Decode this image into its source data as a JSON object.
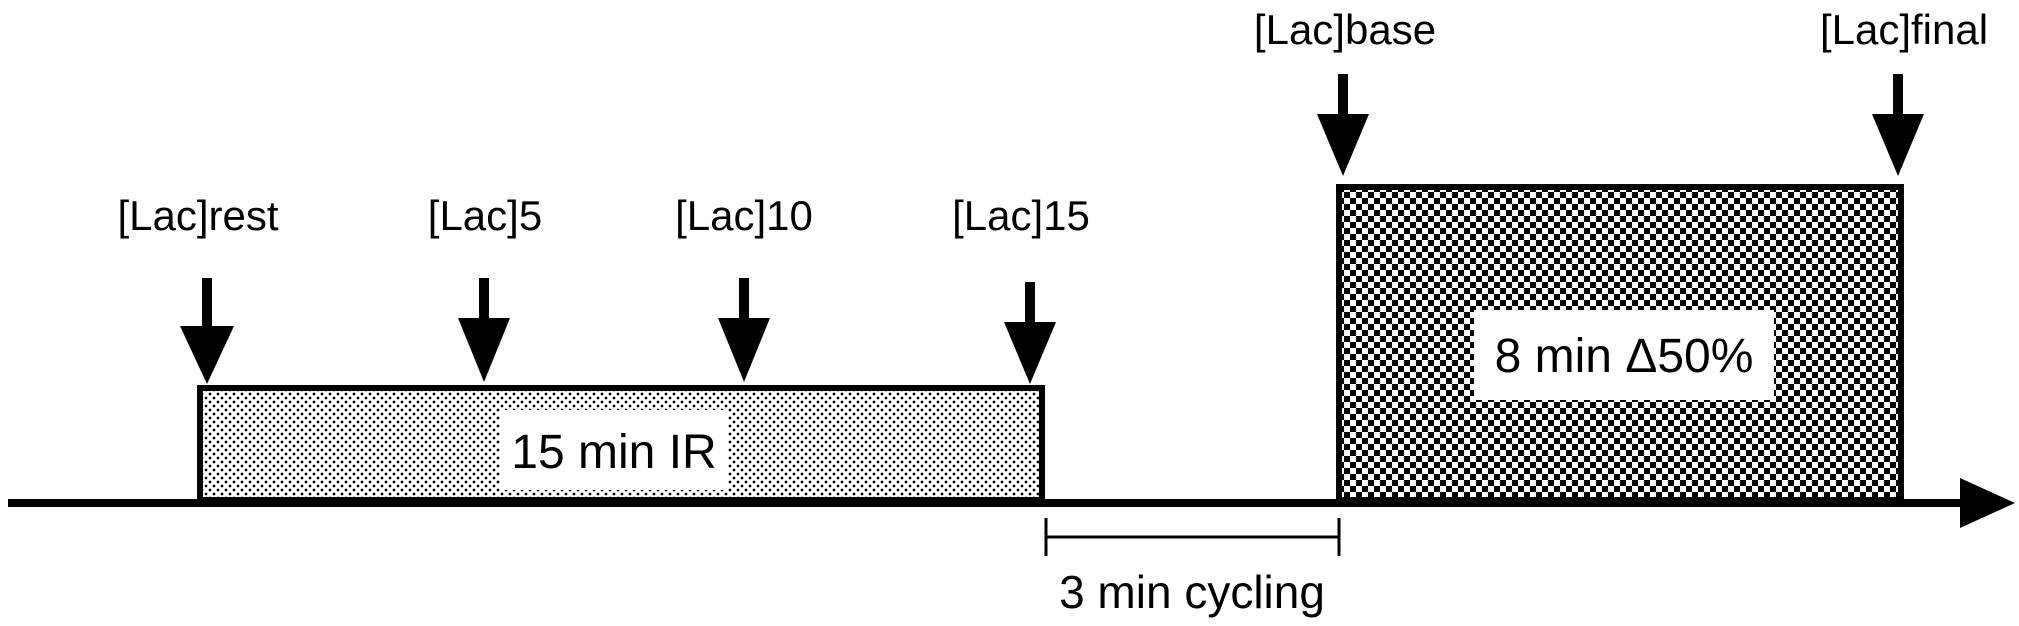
{
  "diagram": {
    "timepoints": {
      "rest": "[Lac]rest",
      "min5": "[Lac]5",
      "min10": "[Lac]10",
      "min15": "[Lac]15",
      "base": "[Lac]base",
      "final": "[Lac]final"
    },
    "phases": {
      "ir": "15 min IR",
      "cycling": "3 min cycling",
      "delta": "8 min Δ50%"
    },
    "colors": {
      "stroke": "#000000",
      "background": "#ffffff"
    }
  }
}
